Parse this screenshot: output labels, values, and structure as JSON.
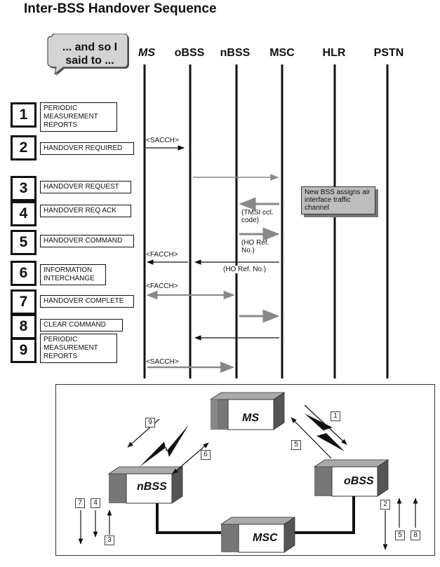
{
  "title": "Inter-BSS Handover Sequence",
  "bubble": "... and so I said to ...",
  "entities": [
    "MS",
    "oBSS",
    "nBSS",
    "MSC",
    "HLR",
    "PSTN"
  ],
  "steps": [
    {
      "num": "1",
      "label": "PERIODIC MEASUREMENT REPORTS"
    },
    {
      "num": "2",
      "label": "HANDOVER REQUIRED"
    },
    {
      "num": "3",
      "label": "HANDOVER REQUEST"
    },
    {
      "num": "4",
      "label": "HANDOVER REQ ACK"
    },
    {
      "num": "5",
      "label": "HANDOVER COMMAND"
    },
    {
      "num": "6",
      "label": "INFORMATION INTERCHANGE"
    },
    {
      "num": "7",
      "label": "HANDOVER COMPLETE"
    },
    {
      "num": "8",
      "label": "CLEAR COMMAND"
    },
    {
      "num": "9",
      "label": "PERIODIC MEASUREMENT REPORTS"
    }
  ],
  "notes": {
    "sacch_1": "<SACCH>",
    "facch_1": "<FACCH>",
    "facch_2": "<FACCH>",
    "sacch_2": "<SACCH>",
    "tmsi": "(TMSI cct. code)",
    "ho_ref": "(HO Ref. No.)",
    "ho_ref_2": "(HO Ref. No.)"
  },
  "callout": "New BSS assigns air interface traffic channel",
  "bottom": {
    "ms": "MS",
    "obss": "oBSS",
    "nbss": "nBSS",
    "msc": "MSC",
    "tags": [
      "9",
      "1",
      "5",
      "6",
      "7",
      "4",
      "3",
      "2",
      "5",
      "8"
    ]
  }
}
